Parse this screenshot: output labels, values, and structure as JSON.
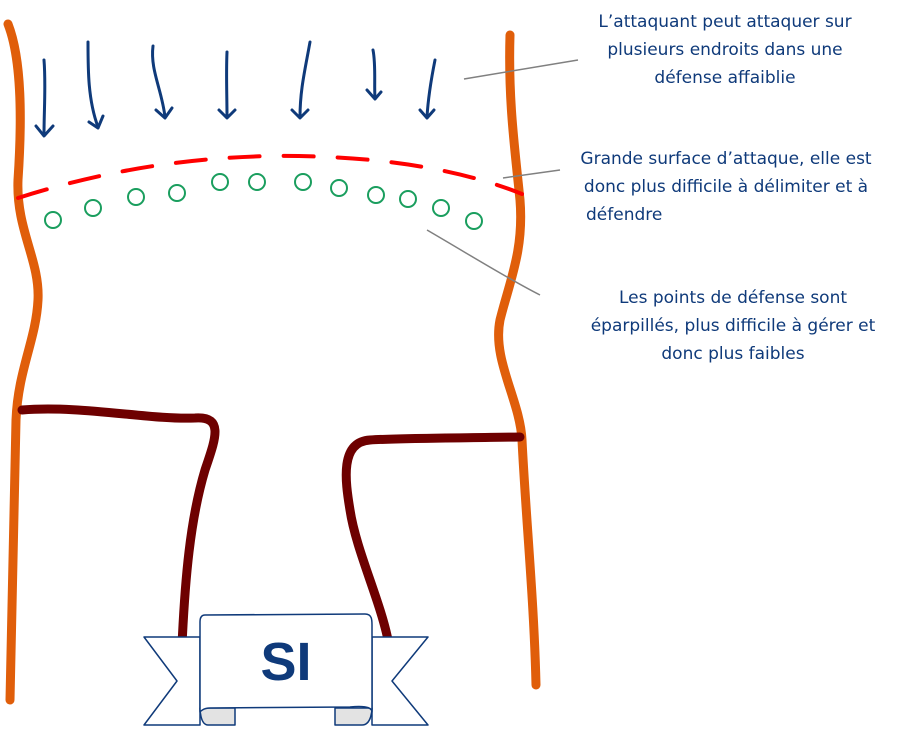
{
  "notes": {
    "attack": [
      "L’attaquant peut attaquer sur",
      "plusieurs endroits dans une",
      "défense affaiblie"
    ],
    "surface": [
      "Grande surface d’attaque, elle est",
      "donc plus difficile à délimiter et à",
      "défendre"
    ],
    "points": [
      "Les points de défense sont",
      "éparpillés, plus difficile à gérer et",
      "donc plus faibles"
    ]
  },
  "banner": {
    "label": "SI"
  },
  "colors": {
    "wall": "#e05e0a",
    "arrow": "#0f3a7a",
    "perimeter": "#ff0000",
    "defense": "#1a9e5e",
    "pipe": "#6e0000",
    "leader": "#808080"
  }
}
